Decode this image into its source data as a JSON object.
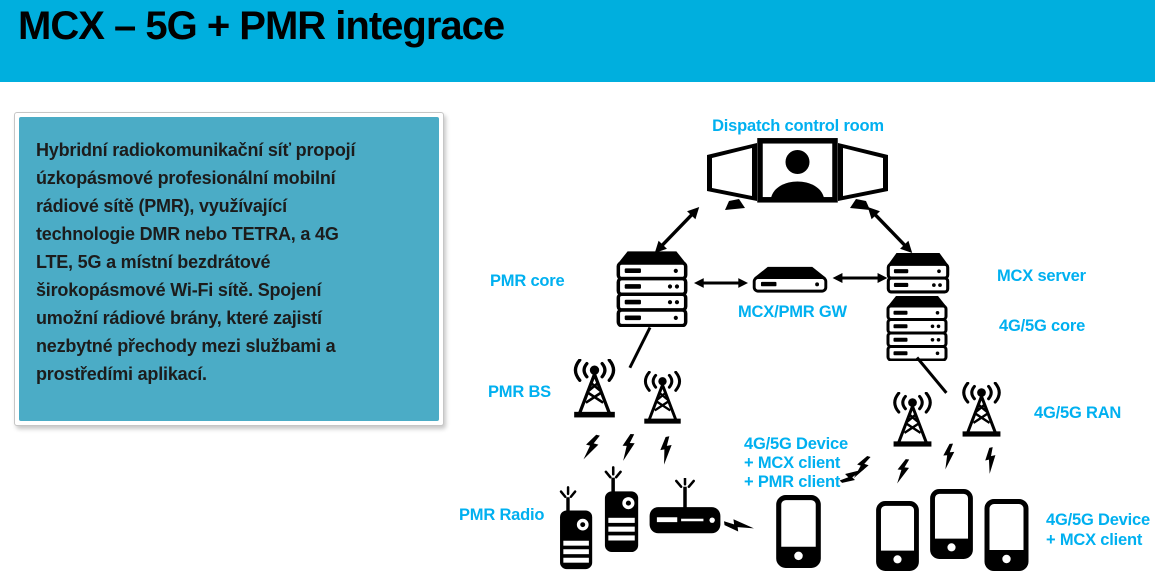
{
  "slide": {
    "title": "MCX – 5G + PMR integrace"
  },
  "intro": {
    "text": "Hybridní radiokomunikační síť propojí\núzkopásmové profesionální mobilní\nrádiové sítě (PMR), využívající\ntechnologie DMR nebo TETRA, a 4G\nLTE, 5G a místní bezdrátové\nširokopásmové Wi-Fi sítě. Spojení\numožní rádiové brány, které zajistí\nnezbytné přechody mezi službami a\nprostředími aplikací."
  },
  "diagram": {
    "labels": {
      "dispatch": "Dispatch control room",
      "pmr_core": "PMR core",
      "mcx_pmr_gw": "MCX/PMR GW",
      "mcx_server": "MCX server",
      "core_4g5g": "4G/5G core",
      "pmr_bs": "PMR BS",
      "ran_4g5g": "4G/5G RAN",
      "pmr_radio": "PMR Radio",
      "device_full": [
        "4G/5G Device",
        "+ MCX client",
        "+ PMR client"
      ],
      "device_mcx": [
        "4G/5G Device",
        "+ MCX client"
      ]
    }
  },
  "colors": {
    "header_bg": "#00AFDE",
    "panel_bg": "#4BACC6",
    "label_text": "#00B0F0",
    "title_text": "#000000",
    "icon": "#000000"
  }
}
